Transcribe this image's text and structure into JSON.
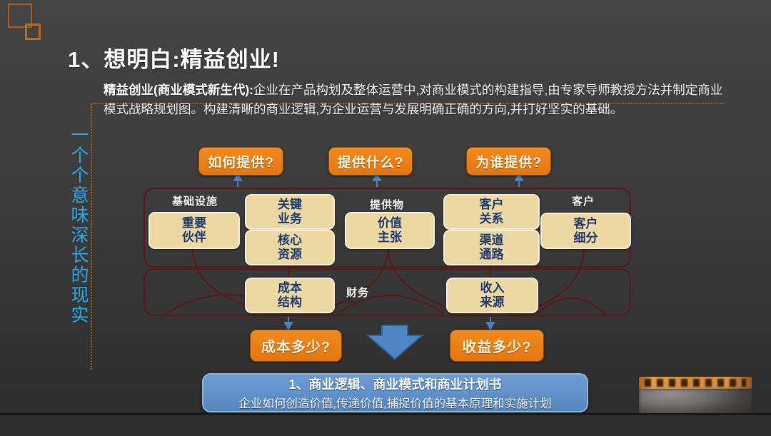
{
  "slide": {
    "title": "1、想明白:精益创业!",
    "intro": {
      "lead": "精益创业(商业模式新生代)",
      "separator": ":",
      "body": "企业在产品构划及整体运营中,对商业模式的构建指导,由专家导师教授方法并制定商业模式战略规划图。构建清晰的商业逻辑,为企业运营与发展明确正确的方向,并打好坚实的基础。"
    },
    "side_caption": "一个个意味深长的现实"
  },
  "top_questions": [
    {
      "label": "如何提供?"
    },
    {
      "label": "提供什么?"
    },
    {
      "label": "为谁提供?"
    }
  ],
  "canvas": {
    "section_labels": {
      "infrastructure": "基础设施",
      "offering": "提供物",
      "customer": "客户",
      "finance": "财务"
    },
    "boxes": {
      "key_partners": "重要\n伙伴",
      "key_activities": "关键\n业务",
      "key_resources": "核心\n资源",
      "value_proposition": "价值\n主张",
      "customer_relationships": "客户\n关系",
      "channels": "渠道\n通路",
      "customer_segments": "客户\n细分",
      "cost_structure": "成本\n结构",
      "revenue_streams": "收入\n来源"
    }
  },
  "bottom_questions": [
    {
      "label": "成本多少?"
    },
    {
      "label": "收益多少?"
    }
  ],
  "banner": {
    "title": "1、商业逻辑、商业模式和商业计划书",
    "subtitle": "企业如何创造价值,传递价值,捕捉价值的基本原理和实施计划"
  },
  "colors": {
    "accent_orange": "#e8791a",
    "box_tan": "#ecd8a2",
    "box_text_navy": "#1e3a6e",
    "side_caption_cyan": "#2aa9e0",
    "banner_blue": "#5e90ca",
    "canvas_line_maroon": "#5c1717",
    "arrow_blue": "#4f86c6"
  }
}
